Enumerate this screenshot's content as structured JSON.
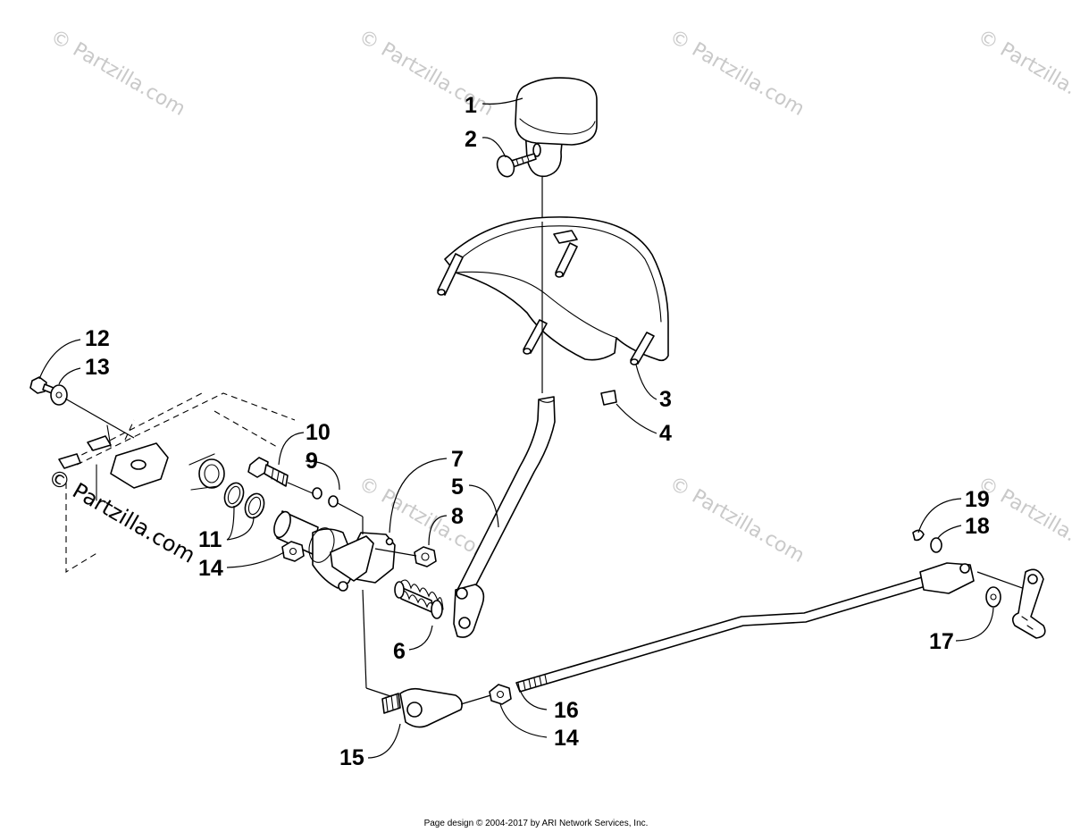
{
  "watermarks": [
    "© Partzilla.com",
    "© Partzilla.com",
    "© Partzilla.com",
    "© Partzilla.com",
    "© Partzilla.com",
    "© Partzilla.com"
  ],
  "watermark_main": "© Partzilla.com",
  "callouts": {
    "c1": "1",
    "c2": "2",
    "c3": "3",
    "c4": "4",
    "c5": "5",
    "c6": "6",
    "c7": "7",
    "c8": "8",
    "c9": "9",
    "c10": "10",
    "c11": "11",
    "c12": "12",
    "c13": "13",
    "c14a": "14",
    "c14b": "14",
    "c15": "15",
    "c16": "16",
    "c17": "17",
    "c18": "18",
    "c19": "19"
  },
  "footer": "Page design © 2004-2017 by ARI Network Services, Inc."
}
